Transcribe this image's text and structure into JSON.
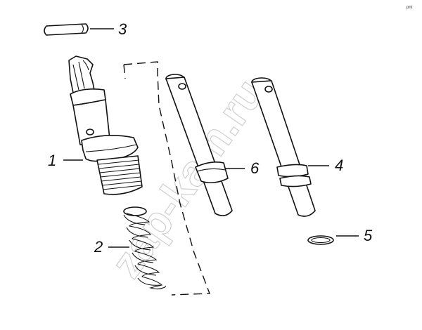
{
  "watermark": "zap-kam.ru",
  "corner_mark": "pnt",
  "callouts": {
    "c1": "1",
    "c2": "2",
    "c3": "3",
    "c4": "4",
    "c5": "5",
    "c6": "6"
  }
}
